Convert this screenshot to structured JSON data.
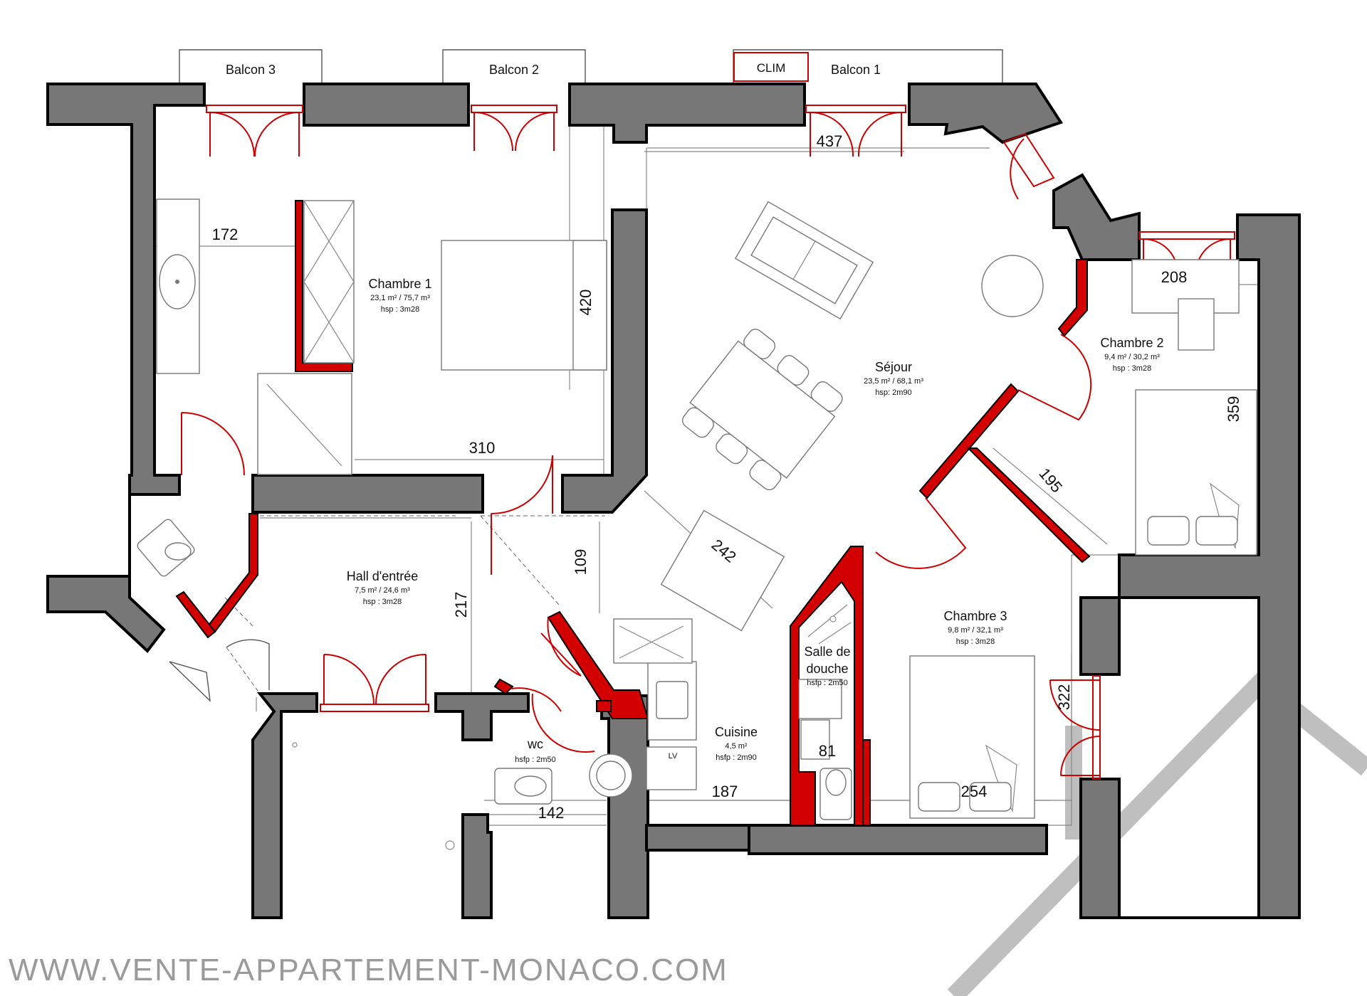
{
  "balconies": [
    "Balcon 3",
    "Balcon 2",
    "Balcon 1"
  ],
  "clim": "CLIM",
  "rooms": {
    "chambre1": {
      "name": "Chambre 1",
      "area": "23,1 m² / 75,7 m³",
      "height": "hsp : 3m28"
    },
    "sejour": {
      "name": "Séjour",
      "area": "23,5 m² / 68,1 m³",
      "height": "hsp: 2m90"
    },
    "chambre2": {
      "name": "Chambre 2",
      "area": "9,4 m² / 30,2 m³",
      "height": "hsp : 3m28"
    },
    "hall": {
      "name": "Hall d'entrée",
      "area": "7,5 m² / 24,6 m³",
      "height": "hsp : 3m28"
    },
    "chambre3": {
      "name": "Chambre 3",
      "area": "9,8 m² / 32,1 m³",
      "height": "hsp : 3m28"
    },
    "douche": {
      "name_line1": "Salle de",
      "name_line2": "douche",
      "height": "hsfp : 2m50"
    },
    "cuisine": {
      "name": "Cuisine",
      "area": "4,5 m²",
      "height": "hsfp : 2m90",
      "lv": "LV"
    },
    "wc": {
      "name": "wc",
      "height": "hsfp : 2m50"
    }
  },
  "dimensions": {
    "d172": "172",
    "d420": "420",
    "d310": "310",
    "d437": "437",
    "d208": "208",
    "d359": "359",
    "d195": "195",
    "d242": "242",
    "d109": "109",
    "d217": "217",
    "d81": "81",
    "d322": "322",
    "d187": "187",
    "d142": "142",
    "d254": "254"
  },
  "watermark": "WWW.VENTE-APPARTEMENT-MONACO.COM"
}
